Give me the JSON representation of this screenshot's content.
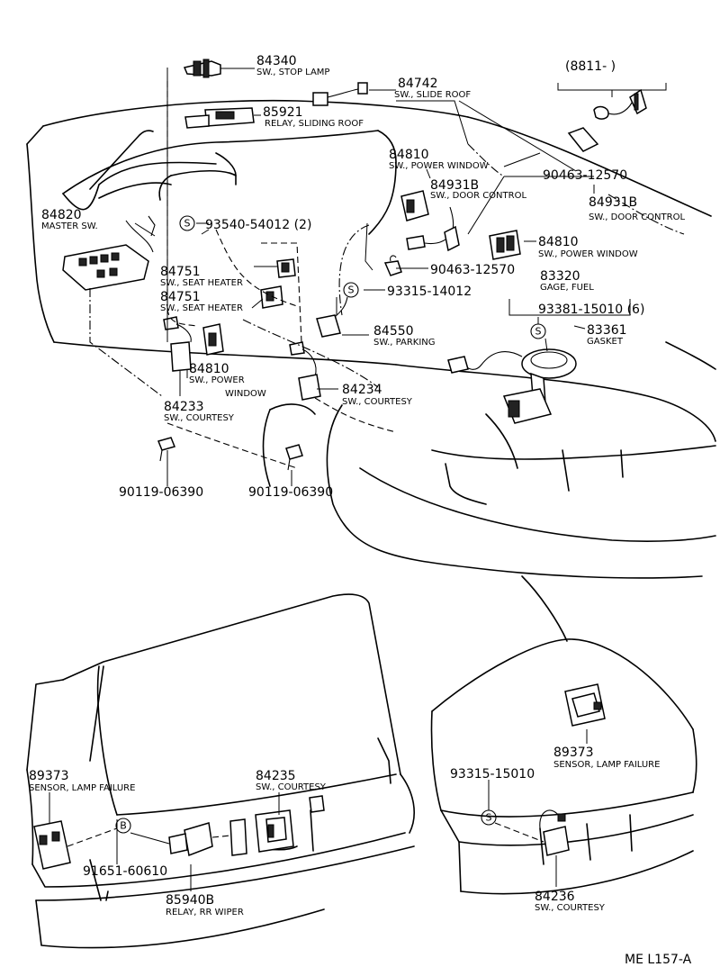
{
  "date_range": "(8811-      )",
  "footer_code": "ME L157-A",
  "symbols": {
    "s": "S",
    "b": "B"
  },
  "parts": [
    {
      "id": "p1",
      "number": "84340",
      "name": "SW., STOP LAMP"
    },
    {
      "id": "p2",
      "number": "84742",
      "name": "SW., SLIDE ROOF"
    },
    {
      "id": "p3",
      "number": "85921",
      "name": "RELAY, SLIDING ROOF"
    },
    {
      "id": "p4",
      "number": "84810",
      "name": "SW., POWER WINDOW"
    },
    {
      "id": "p5",
      "number": "90463-12570",
      "name": ""
    },
    {
      "id": "p6",
      "number": "84931B",
      "name": "SW., DOOR CONTROL"
    },
    {
      "id": "p7",
      "number": "84931B",
      "name": "SW., DOOR CONTROL"
    },
    {
      "id": "p8",
      "number": "84820",
      "name": "MASTER SW."
    },
    {
      "id": "p9",
      "number": "93540-54012 (2)",
      "name": ""
    },
    {
      "id": "p10",
      "number": "84810",
      "name": "SW., POWER WINDOW"
    },
    {
      "id": "p11",
      "number": "90463-12570",
      "name": ""
    },
    {
      "id": "p12",
      "number": "84751",
      "name": "SW., SEAT HEATER"
    },
    {
      "id": "p13",
      "number": "84751",
      "name": "SW., SEAT HEATER"
    },
    {
      "id": "p14",
      "number": "83320",
      "name": "GAGE, FUEL"
    },
    {
      "id": "p15",
      "number": "93315-14012",
      "name": ""
    },
    {
      "id": "p16",
      "number": "93381-15010 (6)",
      "name": ""
    },
    {
      "id": "p17",
      "number": "84550",
      "name": "SW., PARKING"
    },
    {
      "id": "p18",
      "number": "83361",
      "name": "GASKET"
    },
    {
      "id": "p19",
      "number": "84810",
      "name_line1": "SW., POWER",
      "name_line2": "WINDOW"
    },
    {
      "id": "p20",
      "number": "84234",
      "name": "SW., COURTESY"
    },
    {
      "id": "p21",
      "number": "84233",
      "name": "SW., COURTESY"
    },
    {
      "id": "p22",
      "number": "90119-06390",
      "name": ""
    },
    {
      "id": "p23",
      "number": "90119-06390",
      "name": ""
    },
    {
      "id": "p24",
      "number": "89373",
      "name": "SENSOR, LAMP FAILURE"
    },
    {
      "id": "p25",
      "number": "84235",
      "name": "SW., COURTESY"
    },
    {
      "id": "p26",
      "number": "91651-60610",
      "name": ""
    },
    {
      "id": "p27",
      "number": "85940B",
      "name": "RELAY, RR WIPER"
    },
    {
      "id": "p28",
      "number": "89373",
      "name": "SENSOR, LAMP FAILURE"
    },
    {
      "id": "p29",
      "number": "93315-15010",
      "name": ""
    },
    {
      "id": "p30",
      "number": "84236",
      "name": "SW., COURTESY"
    }
  ]
}
